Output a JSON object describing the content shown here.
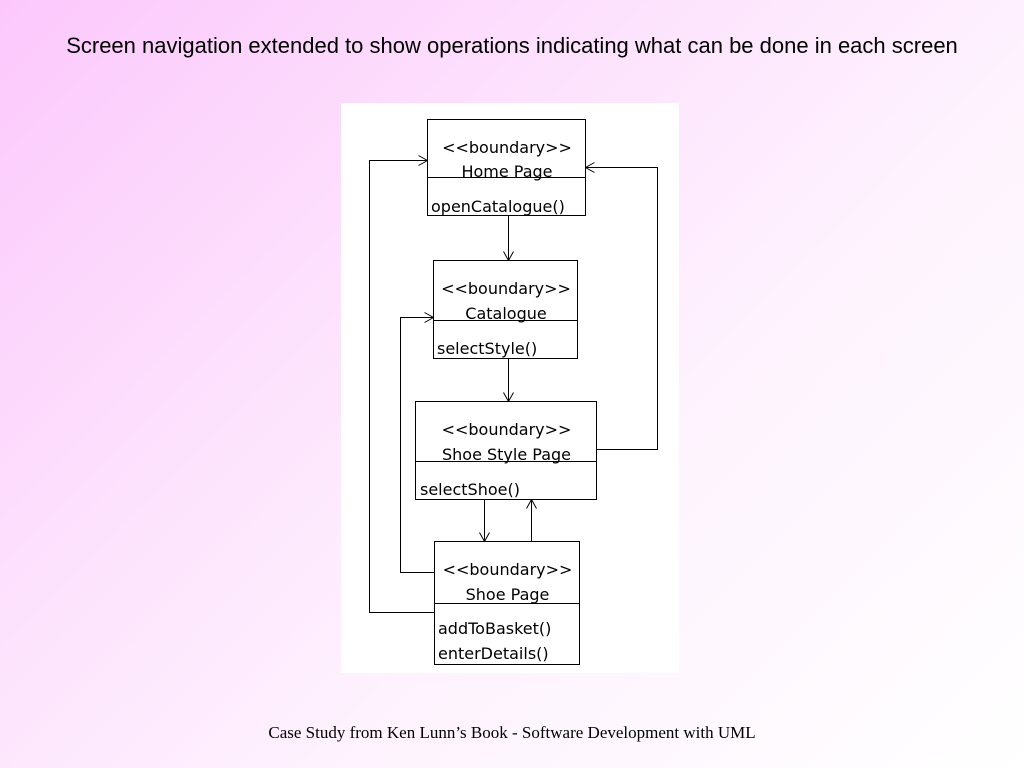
{
  "slide": {
    "title": "Screen navigation extended to show operations indicating what can be done in each screen",
    "footer": "Case Study from Ken Lunn’s Book - Software Development with UML"
  },
  "diagram": {
    "classes": [
      {
        "id": "home",
        "stereotype": "<<boundary>>",
        "name": "Home Page",
        "operations": [
          "openCatalogue()"
        ]
      },
      {
        "id": "catalogue",
        "stereotype": "<<boundary>>",
        "name": "Catalogue",
        "operations": [
          "selectStyle()"
        ]
      },
      {
        "id": "shoe-style",
        "stereotype": "<<boundary>>",
        "name": "Shoe Style Page",
        "operations": [
          "selectShoe()"
        ]
      },
      {
        "id": "shoe",
        "stereotype": "<<boundary>>",
        "name": "Shoe Page",
        "operations": [
          "addToBasket()",
          "enterDetails()"
        ]
      }
    ],
    "navigations": [
      {
        "from": "home",
        "to": "catalogue"
      },
      {
        "from": "catalogue",
        "to": "shoe-style"
      },
      {
        "from": "shoe-style",
        "to": "shoe"
      },
      {
        "from": "shoe",
        "to": "shoe-style"
      },
      {
        "from": "shoe-style",
        "to": "home"
      },
      {
        "from": "shoe",
        "to": "catalogue"
      },
      {
        "from": "shoe",
        "to": "home"
      }
    ]
  }
}
